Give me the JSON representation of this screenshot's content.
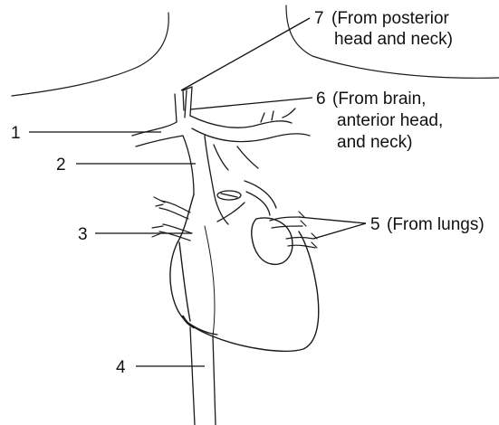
{
  "labels": {
    "l1": "1",
    "l2": "2",
    "l3": "3",
    "l4": "4",
    "l5_num": "5",
    "l5_text": "(From lungs)",
    "l6_num": "6",
    "l6_line1": "(From brain,",
    "l6_line2": "anterior head,",
    "l6_line3": "and neck)",
    "l7_num": "7",
    "l7_line1": "(From posterior",
    "l7_line2": "head and neck)"
  }
}
